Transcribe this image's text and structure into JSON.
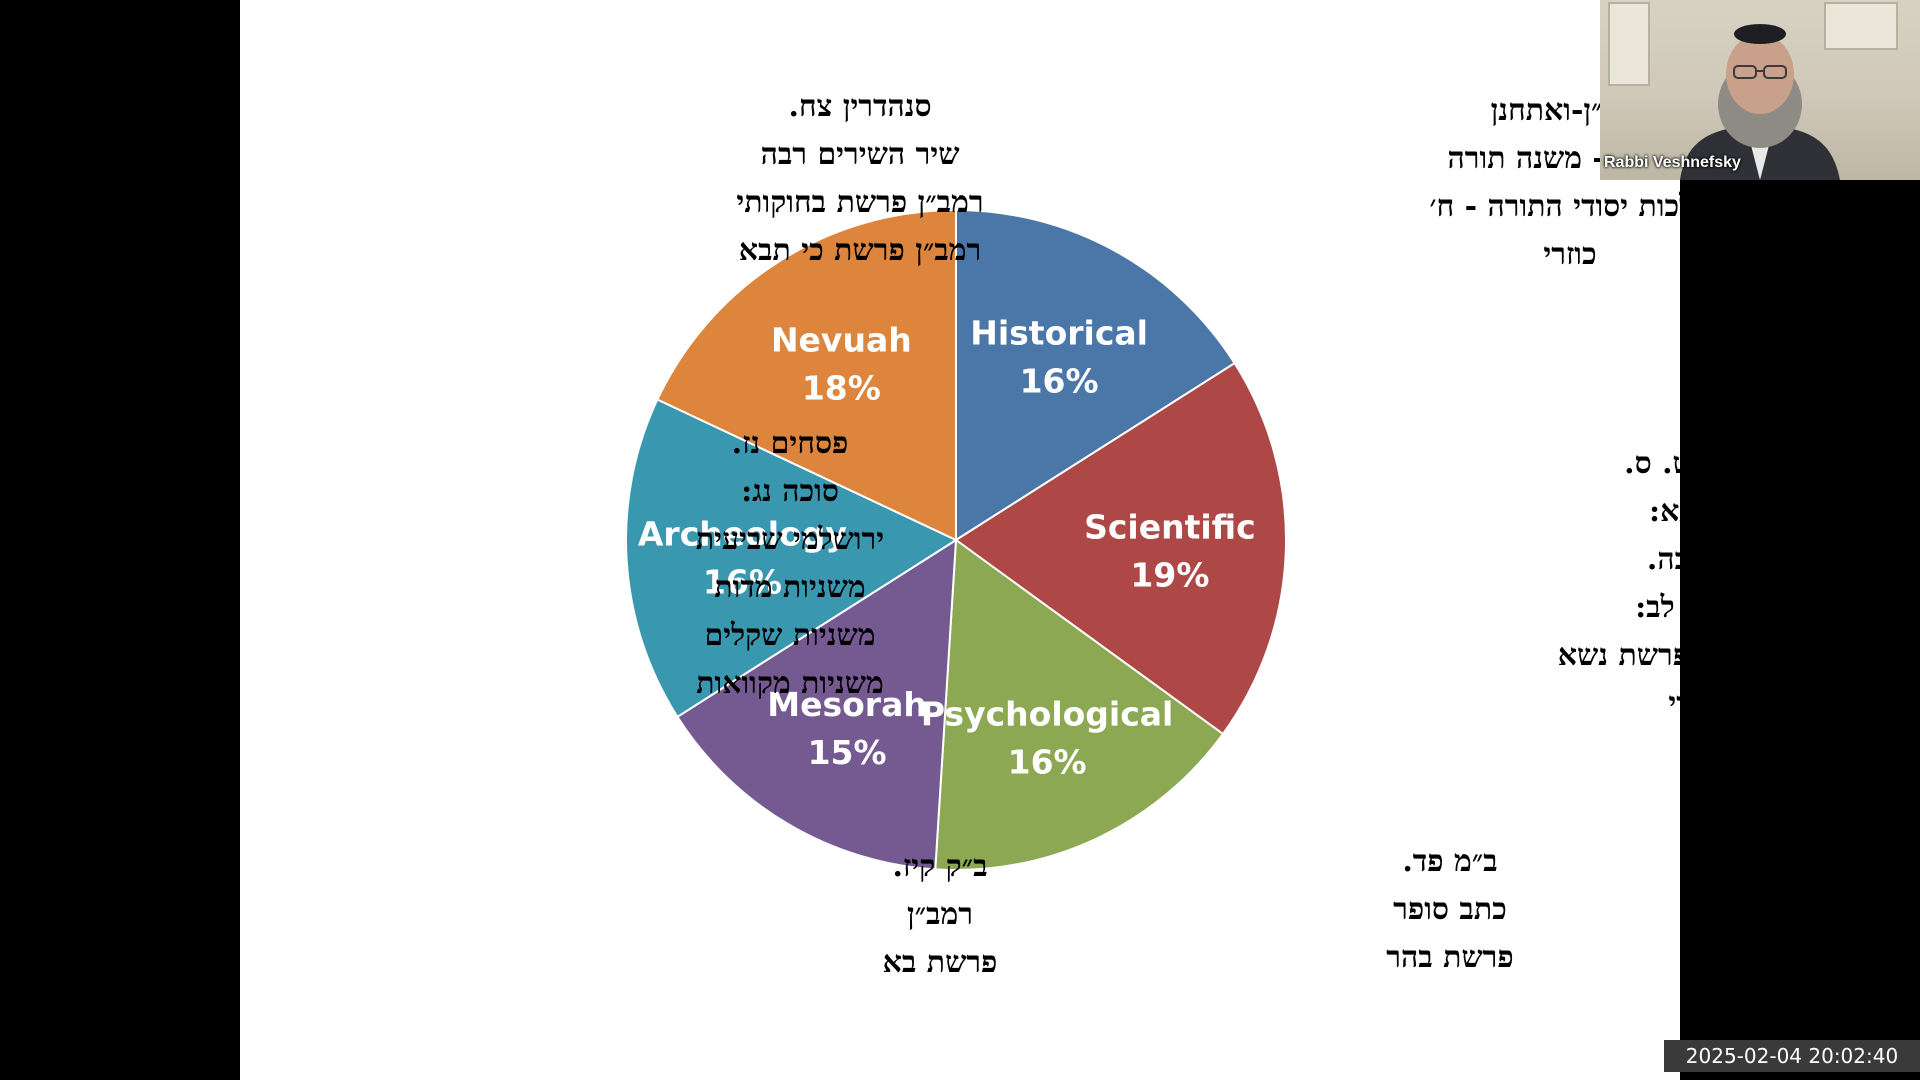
{
  "chart_data": {
    "type": "pie",
    "slices": [
      {
        "label": "Historical",
        "value": 16,
        "pct_text": "16%",
        "color": "#4a77a8"
      },
      {
        "label": "Scientific",
        "value": 19,
        "pct_text": "19%",
        "color": "#ad4847"
      },
      {
        "label": "Psychological",
        "value": 16,
        "pct_text": "16%",
        "color": "#8ca852"
      },
      {
        "label": "Mesorah",
        "value": 15,
        "pct_text": "15%",
        "color": "#745a91"
      },
      {
        "label": "Archeology",
        "value": 16,
        "pct_text": "16%",
        "color": "#3a97b0"
      },
      {
        "label": "Nevuah",
        "value": 18,
        "pct_text": "18%",
        "color": "#de853d"
      }
    ]
  },
  "sources": {
    "nevuah": [
      "סנהדרין צח.",
      "שיר השירים רבה",
      "רמב״ן פרשת בחוקותי",
      "רמב״ן פרשת כי תבא"
    ],
    "historical": [
      "רמב״ן-ואתחנן",
      "רמב״ם - משנה תורה",
      "הלכות יסודי התורה - ח׳",
      "כוזרי"
    ],
    "archeology": [
      "פסחים נז.",
      "סוכה נג:",
      "ירושלמי שביעית",
      "משניות מדות",
      "משניות שקלים",
      "משניות מקוואות"
    ],
    "scientific": [
      "חולין נט. ס.",
      "נדה נא:",
      "ר״ה כה.",
      "ברכות לב:",
      "במדבר רבה פרשת נשא",
      "כוזרי"
    ],
    "mesorah": [
      "ב״ק קיז.",
      "רמב״ן",
      "פרשת בא"
    ],
    "psychological": [
      "ב״מ פד.",
      "כתב סופר",
      "פרשת בהר"
    ]
  },
  "video": {
    "participant_name": "Rabbi Veshnefsky",
    "timestamp": "2025-02-04 20:02:40"
  }
}
